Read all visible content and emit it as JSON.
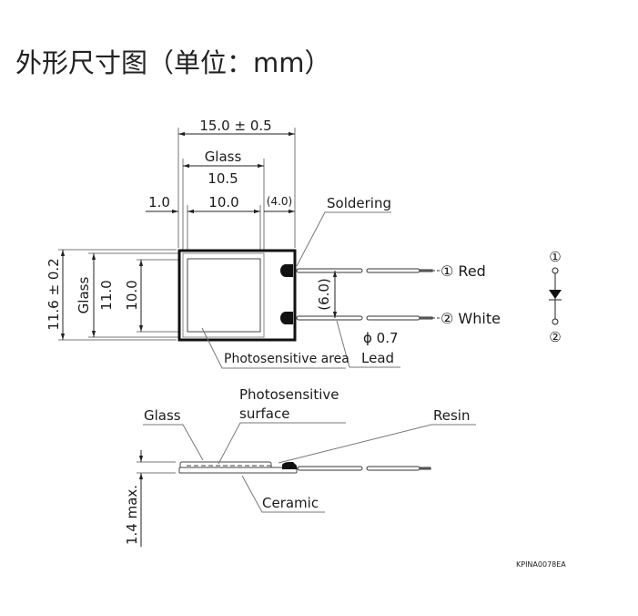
{
  "title": "外形尺寸图（单位：mm）",
  "top_view": {
    "overall_width": "15.0 ± 0.5",
    "glass_label": "Glass",
    "glass_width": "10.5",
    "offset": "1.0",
    "area_width": "10.0",
    "lead_side": "(4.0)",
    "soldering": "Soldering",
    "overall_height": "11.6 ± 0.2",
    "glass_label_v": "Glass",
    "glass_height": "11.0",
    "area_height": "10.0",
    "lead_pitch": "(6.0)",
    "lead1": "① Red",
    "lead2": "② White",
    "lead_dia": "ϕ 0.7",
    "lead_label": "Lead",
    "photosensitive_area": "Photosensitive area"
  },
  "symbol": {
    "pin1": "①",
    "pin2": "②"
  },
  "side_view": {
    "glass": "Glass",
    "ps_surface_1": "Photosensitive",
    "ps_surface_2": "surface",
    "resin": "Resin",
    "ceramic": "Ceramic",
    "thickness": "1.4 max."
  },
  "drawing_code": "KPINA0078EA"
}
